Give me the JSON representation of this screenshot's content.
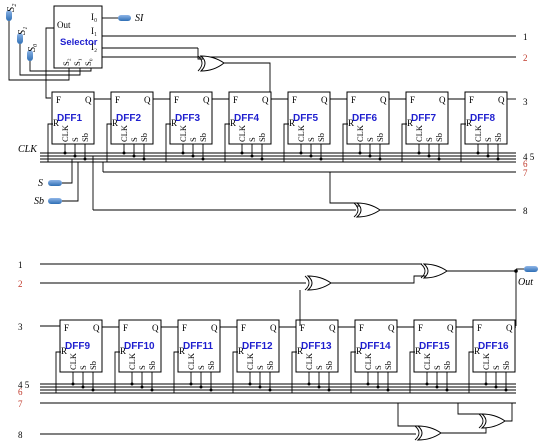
{
  "selector": {
    "title": "Selector",
    "out": "Out",
    "inputs": [
      "I₀",
      "I₁",
      "I₂"
    ],
    "selects": [
      "S₂",
      "S₁",
      "S₀"
    ]
  },
  "dff_pins": {
    "f": "F",
    "q": "Q",
    "r": "R",
    "clk": "CLK",
    "s": "S",
    "sb": "Sb"
  },
  "row1": [
    "DFF1",
    "DFF2",
    "DFF3",
    "DFF4",
    "DFF5",
    "DFF6",
    "DFF7",
    "DFF8"
  ],
  "row2": [
    "DFF9",
    "DFF10",
    "DFF11",
    "DFF12",
    "DFF13",
    "DFF14",
    "DFF15",
    "DFF16"
  ],
  "signals": {
    "si": "SI",
    "clk": "CLK",
    "s": "S",
    "sb": "Sb",
    "out": "Out",
    "sel2": "S₂",
    "sel1": "S₁",
    "sel0": "S₀"
  },
  "ports": {
    "p1": "1",
    "p2": "2",
    "p3": "3",
    "p45": "4 5",
    "p6": "6",
    "p7": "7",
    "p8": "8"
  },
  "colors": {
    "accent": "#1f1fcf",
    "port_red": "#c0392b",
    "connector": "#2f6fb5"
  }
}
